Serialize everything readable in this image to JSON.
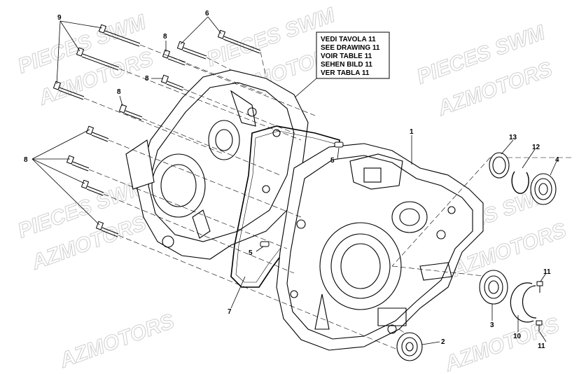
{
  "watermark": {
    "line1": "PIECES SWM",
    "line2": "AZMOTORS"
  },
  "reference_box": {
    "lines": [
      "VEDI TAVOLA 11",
      "SEE DRAWING 11",
      "VOIR TABLE 11",
      "SEHEN BILD 11",
      "VER TABLA 11"
    ]
  },
  "callouts": {
    "c1": "1",
    "c2": "2",
    "c3": "3",
    "c4": "4",
    "c5a": "5",
    "c5b": "5",
    "c6": "6",
    "c7": "7",
    "c8a": "8",
    "c8b": "8",
    "c8c": "8",
    "c8d": "8",
    "c9": "9",
    "c10": "10",
    "c11a": "11",
    "c11b": "11",
    "c12": "12",
    "c13": "13"
  },
  "colors": {
    "line": "#000000",
    "watermark": "#cfcfcf",
    "background": "#ffffff"
  }
}
